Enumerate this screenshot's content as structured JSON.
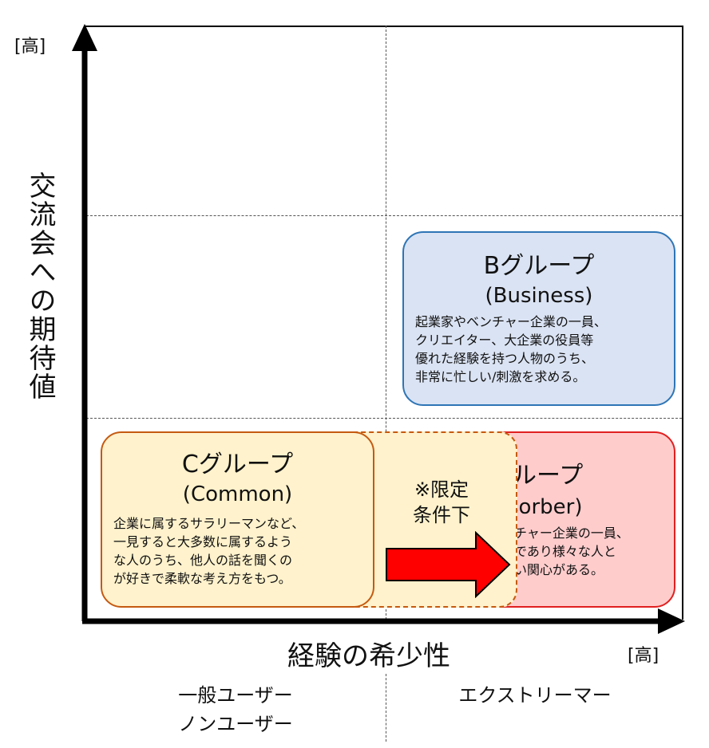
{
  "axes": {
    "y_title": "交流会への期待値",
    "y_high": "[高]",
    "x_title": "経験の希少性",
    "x_high": "[高]"
  },
  "x_segments": {
    "left": "一般ユーザー\nノンユーザー",
    "right": "エクストリーマー"
  },
  "groups": {
    "b": {
      "title": "Bグループ",
      "subtitle": "(Business)",
      "description": "起業家やベンチャー企業の一員、\nクリエイター、大企業の役員等\n優れた経験を持つ人物のうち、\n非常に忙しい/刺激を求める。",
      "fill": "#dae3f3",
      "border": "#2e75b6"
    },
    "a_partial": {
      "title": "ループ",
      "subtitle": "sorber)",
      "description": "チャー企業の一員、\nであり様々な人と\nい関心がある。",
      "fill": "#ffcccc",
      "border": "#e02020"
    },
    "c": {
      "title": "Cグループ",
      "subtitle": "(Common)",
      "description": "企業に属するサラリーマンなど、\n一見すると大多数に属するよう\nな人のうち、他人の話を聞くの\nが好きで柔軟な考え方をもつ。",
      "fill": "#fff2cc",
      "border": "#c55a11"
    }
  },
  "transition": {
    "label": "※限定\n条件下",
    "arrow_color": "#ff0000"
  }
}
